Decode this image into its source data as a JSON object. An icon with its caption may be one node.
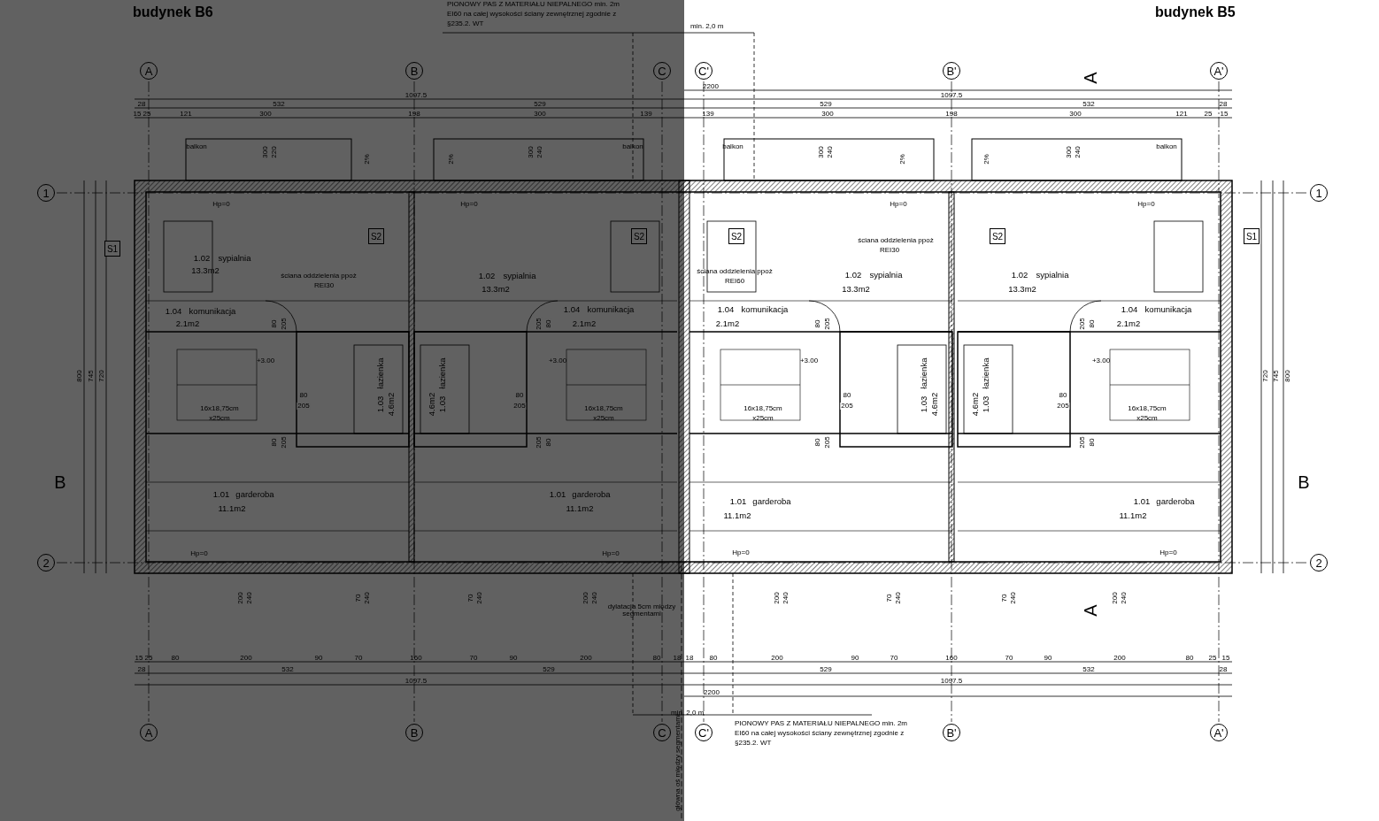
{
  "diagram": {
    "nodes": [
      {
        "text": [
          "A"
        ]
      },
      {
        "text": [
          "B"
        ]
      },
      {
        "text": [
          "C"
        ]
      },
      {
        "text": [
          "C'"
        ]
      },
      {
        "text": [
          "B'"
        ]
      },
      {
        "text": [
          "A'"
        ]
      },
      {
        "text": [
          "1"
        ]
      },
      {
        "text": [
          "1"
        ]
      },
      {
        "text": [
          "S1"
        ]
      },
      {
        "text": [
          "S2"
        ]
      },
      {
        "text": [
          "S2"
        ]
      },
      {
        "text": [
          "S2"
        ]
      },
      {
        "text": [
          "S2"
        ]
      },
      {
        "text": [
          "S1"
        ]
      },
      {
        "text": [
          "2"
        ]
      },
      {
        "text": [
          "2"
        ]
      },
      {
        "text": [
          "A"
        ]
      },
      {
        "text": [
          "B"
        ]
      },
      {
        "text": [
          "C"
        ]
      },
      {
        "text": [
          "C'"
        ]
      },
      {
        "text": [
          "B'"
        ]
      },
      {
        "text": [
          "A'"
        ]
      }
    ],
    "labels": [
      "budynek B6",
      "PIONOWY PAS Z MATERIAŁU NIEPALNEGO min. 2m EI60 na całej wysokości ściany zewnętrznej zgodnie z §235.2. WT",
      "min. 2,0 m",
      "budynek B5",
      "A",
      "2200",
      "1097.5",
      "1097.5",
      "28",
      "532",
      "529",
      "529",
      "532",
      "28",
      "15",
      "25",
      "121",
      "300",
      "198",
      "300",
      "139",
      "139",
      "300",
      "198",
      "300",
      "121",
      "25",
      "15",
      "balkon",
      "balkon",
      "balkon",
      "balkon",
      "300",
      "220",
      "2%",
      "2%",
      "300",
      "240",
      "300",
      "240",
      "2%",
      "2%",
      "300",
      "240",
      "800",
      "745",
      "720",
      "720",
      "745",
      "800",
      "B",
      "B",
      "Hp=0",
      "1.02",
      "sypialnia",
      "13.3m2",
      "1.04",
      "komunikacja",
      "2.1m2",
      "80",
      "205",
      "+3.00",
      "16x18,75cm",
      "x25cm",
      "80",
      "205",
      "80",
      "205",
      "łazienka",
      "1.03",
      "4.6m2",
      "1.01",
      "garderoba",
      "11.1m2",
      "Hp=0",
      "Hp=0",
      "1.02",
      "sypialnia",
      "13.3m2",
      "1.04",
      "komunikacja",
      "2.1m2",
      "80",
      "205",
      "+3.00",
      "16x18,75cm",
      "x25cm",
      "80",
      "205",
      "80",
      "205",
      "łazienka",
      "1.03",
      "4.6m2",
      "1.01",
      "garderoba",
      "11.1m2",
      "Hp=0",
      "Hp=0",
      "1.02",
      "sypialnia",
      "13.3m2",
      "1.04",
      "komunikacja",
      "2.1m2",
      "80",
      "205",
      "+3.00",
      "16x18,75cm",
      "x25cm",
      "80",
      "205",
      "80",
      "205",
      "łazienka",
      "1.03",
      "4.6m2",
      "1.01",
      "garderoba",
      "11.1m2",
      "Hp=0",
      "Hp=0",
      "1.02",
      "sypialnia",
      "13.3m2",
      "1.04",
      "komunikacja",
      "2.1m2",
      "80",
      "205",
      "+3.00",
      "16x18,75cm",
      "x25cm",
      "80",
      "205",
      "80",
      "205",
      "łazienka",
      "1.03",
      "4.6m2",
      "1.01",
      "garderoba",
      "11.1m2",
      "Hp=0",
      "ściana oddzielenia ppoż",
      "REI30",
      "ściana oddzielenia ppoż",
      "REI60",
      "ściana oddzielenia ppoż",
      "REI30",
      "200",
      "240",
      "70",
      "240",
      "70",
      "240",
      "200",
      "240",
      "200",
      "240",
      "70",
      "240",
      "70",
      "240",
      "200",
      "240",
      "dylatacja 5cm między segmentami",
      "A",
      "15",
      "25",
      "80",
      "200",
      "90",
      "70",
      "160",
      "70",
      "90",
      "200",
      "80",
      "18",
      "18",
      "80",
      "200",
      "90",
      "70",
      "160",
      "70",
      "90",
      "200",
      "80",
      "25",
      "15",
      "28",
      "532",
      "529",
      "529",
      "532",
      "28",
      "1097.5",
      "1097.5",
      "2200",
      "min. 2,0 m",
      "PIONOWY PAS Z MATERIAŁU NIEPALNEGO min. 2m EI60 na całej wysokości ściany zewnętrznej zgodnie z §235.2. WT",
      "główna oś między segmentami"
    ]
  }
}
